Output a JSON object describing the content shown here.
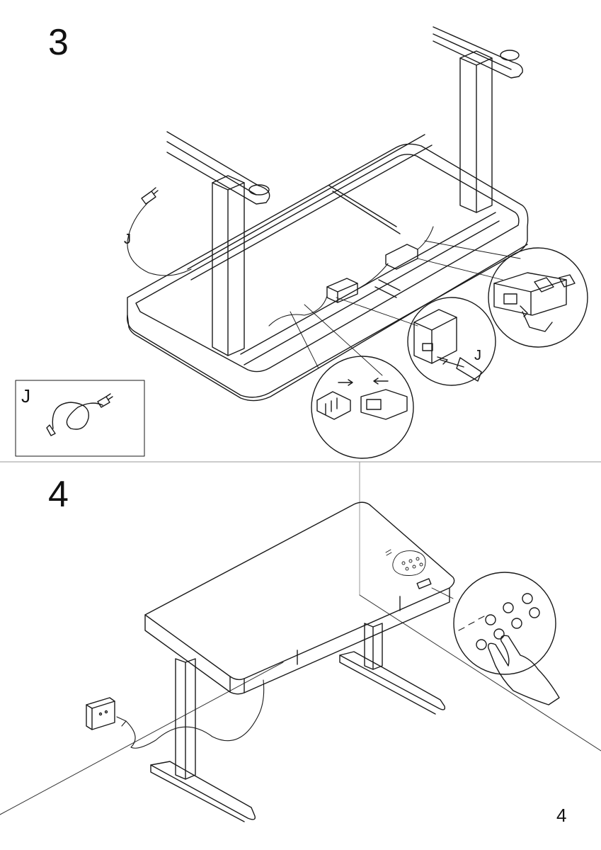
{
  "steps": [
    {
      "number": "3"
    },
    {
      "number": "4"
    }
  ],
  "parts": {
    "cable_label": "J",
    "legend_label": "J"
  },
  "page_number": "4",
  "colors": {
    "line": "#1a1a1a",
    "divider": "#9a9a9a",
    "shade": "#e6e6e6"
  }
}
